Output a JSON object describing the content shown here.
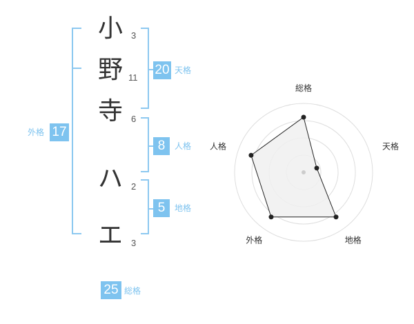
{
  "name": {
    "chars": [
      {
        "char": "小",
        "strokes": "3"
      },
      {
        "char": "野",
        "strokes": "11"
      },
      {
        "char": "寺",
        "strokes": "6"
      },
      {
        "char": "ハ",
        "strokes": "2"
      },
      {
        "char": "エ",
        "strokes": "3"
      }
    ]
  },
  "fortune": {
    "tenkaku": {
      "value": "20",
      "label": "天格"
    },
    "jinkaku": {
      "value": "8",
      "label": "人格"
    },
    "chikaku": {
      "value": "5",
      "label": "地格"
    },
    "gaikaku": {
      "value": "17",
      "label": "外格"
    },
    "soukaku": {
      "value": "25",
      "label": "総格"
    }
  },
  "chart_data": {
    "type": "radar",
    "axes": [
      "総格",
      "天格",
      "地格",
      "外格",
      "人格"
    ],
    "values": [
      0.8,
      0.2,
      0.8,
      0.8,
      0.8
    ],
    "rings": 4,
    "colors": {
      "fill": "#f0f0f0",
      "line": "#222222",
      "grid": "#dddddd",
      "center": "#cccccc"
    }
  }
}
